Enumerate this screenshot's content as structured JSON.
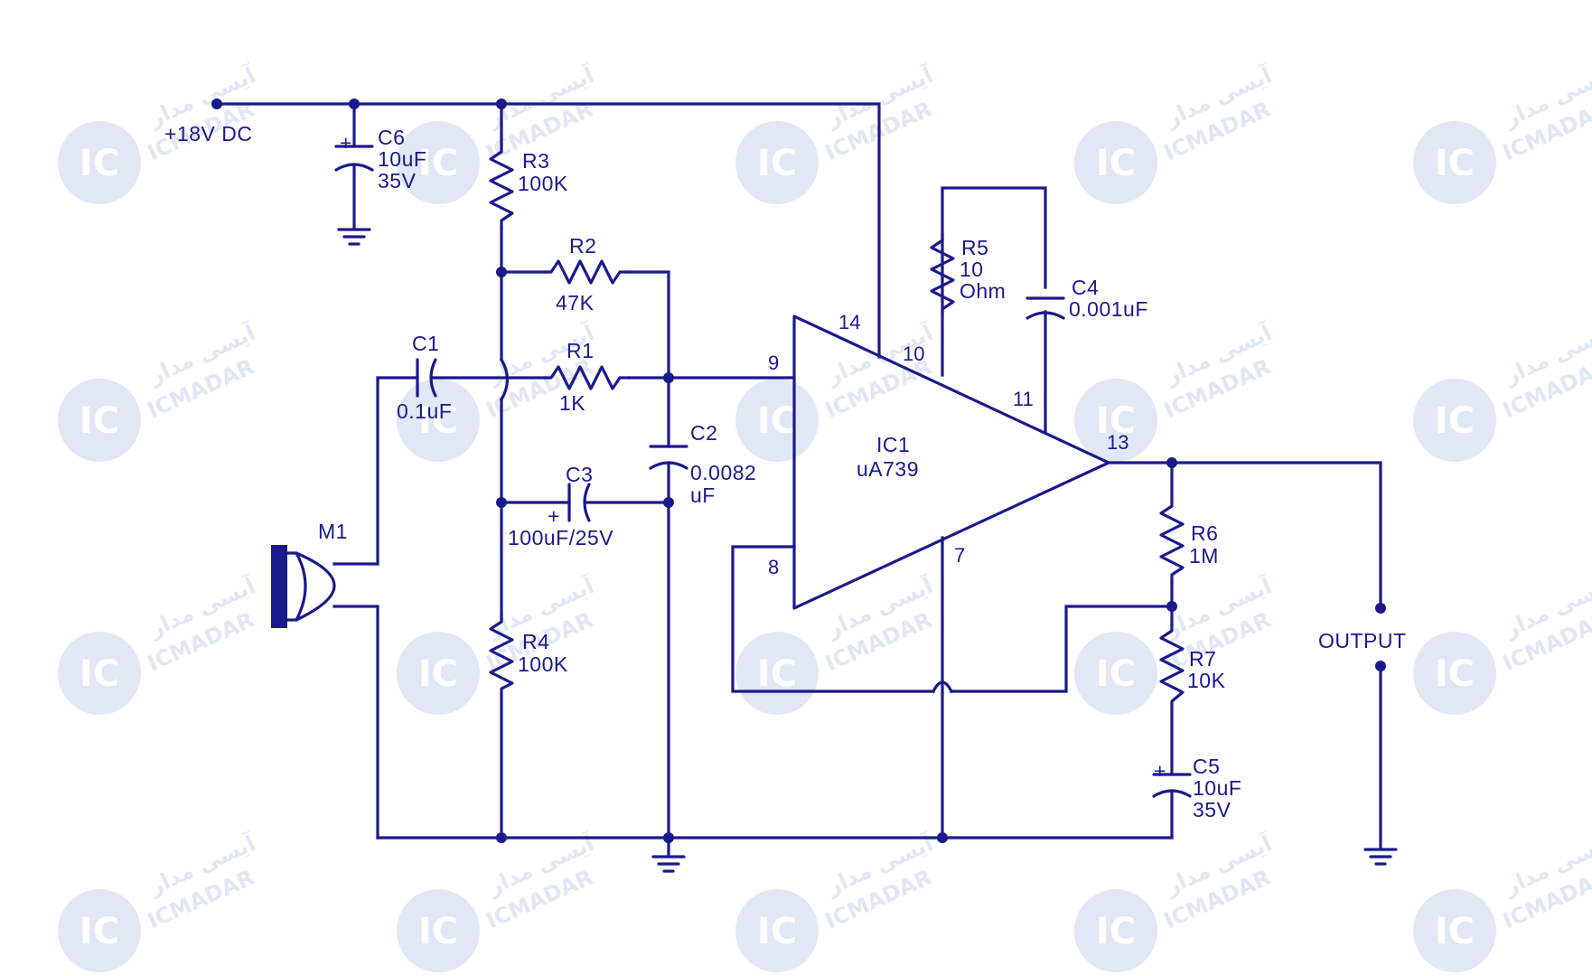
{
  "colors": {
    "ink": "#1a1a8c",
    "watermark": "#c9d4ec"
  },
  "watermark": {
    "logo_text": "IC",
    "brand_fa": "آیسی مدار",
    "brand_en": "ICMADAR"
  },
  "supply": {
    "label": "+18V DC"
  },
  "components": {
    "c6": {
      "ref": "C6",
      "value": "10uF",
      "rating": "35V"
    },
    "r3": {
      "ref": "R3",
      "value": "100K"
    },
    "r2": {
      "ref": "R2",
      "value": "47K"
    },
    "c1": {
      "ref": "C1",
      "value": "0.1uF"
    },
    "r1": {
      "ref": "R1",
      "value": "1K"
    },
    "c2": {
      "ref": "C2",
      "value": "0.0082",
      "unit": "uF"
    },
    "c3": {
      "ref": "C3",
      "value": "100uF/25V"
    },
    "m1": {
      "ref": "M1"
    },
    "r4": {
      "ref": "R4",
      "value": "100K"
    },
    "r5": {
      "ref": "R5",
      "value": "10",
      "unit": "Ohm"
    },
    "c4": {
      "ref": "C4",
      "value": "0.001uF"
    },
    "ic1": {
      "ref": "IC1",
      "part": "uA739"
    },
    "r6": {
      "ref": "R6",
      "value": "1M"
    },
    "r7": {
      "ref": "R7",
      "value": "10K"
    },
    "c5": {
      "ref": "C5",
      "value": "10uF",
      "rating": "35V"
    }
  },
  "pins": {
    "p14": "14",
    "p10": "10",
    "p9": "9",
    "p11": "11",
    "p13": "13",
    "p8": "8",
    "p7": "7"
  },
  "polarity": {
    "plus": "+"
  },
  "output": {
    "label": "OUTPUT"
  }
}
